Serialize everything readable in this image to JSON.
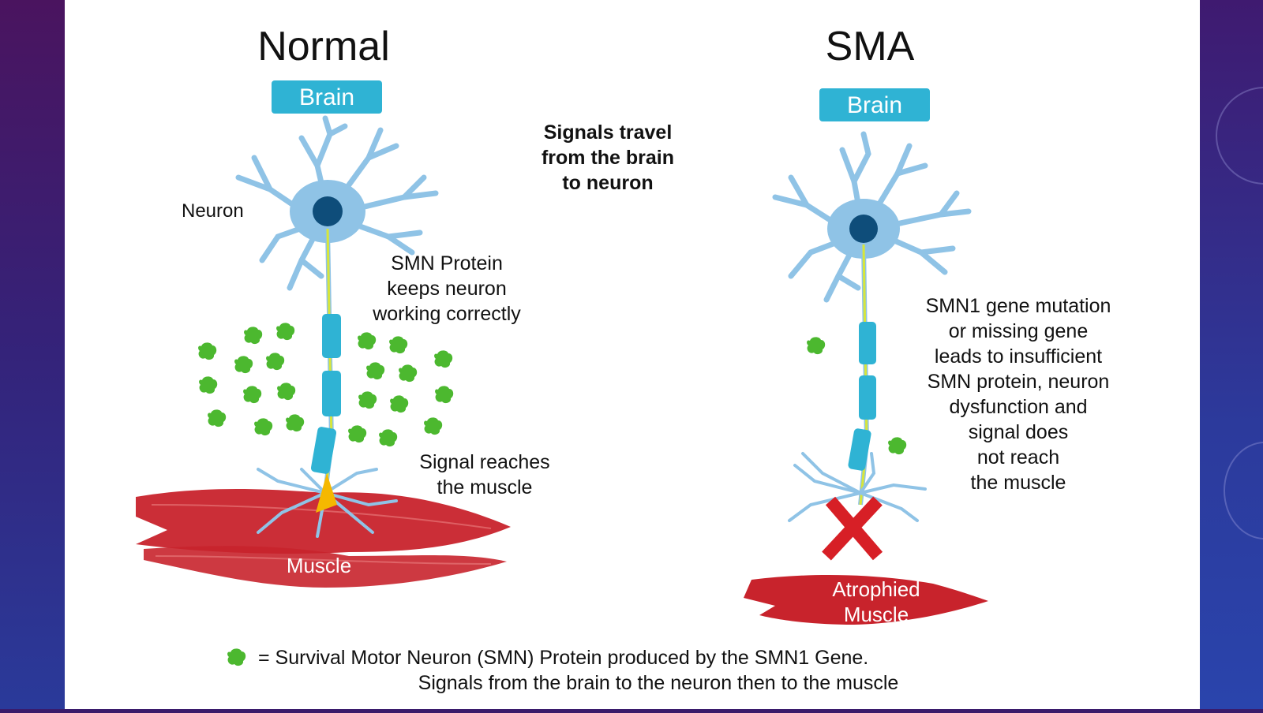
{
  "normal": {
    "title": "Normal",
    "brain_label": "Brain",
    "neuron_label": "Neuron",
    "smn_note": [
      "SMN Protein",
      "keeps neuron",
      "working correctly"
    ],
    "signal_note": [
      "Signal reaches",
      "the muscle"
    ],
    "muscle_label": "Muscle"
  },
  "center_note": [
    "Signals travel",
    "from the brain",
    "to neuron"
  ],
  "sma": {
    "title": "SMA",
    "brain_label": "Brain",
    "description": [
      "SMN1 gene mutation",
      "or missing gene",
      "leads to insufficient",
      "SMN protein, neuron",
      "dysfunction and",
      "signal does",
      "not reach",
      "the muscle"
    ],
    "muscle_label": [
      "Atrophied",
      "Muscle"
    ]
  },
  "legend": {
    "line1": "= Survival Motor Neuron (SMN) Protein produced by the SMN1 Gene.",
    "line2": "Signals from the brain to the neuron then to the muscle"
  },
  "colors": {
    "label_box": "#2fb3d4",
    "neuron": "#8fc3e6",
    "nucleus": "#0e4d7a",
    "protein": "#4cb82f",
    "muscle": "#c8232c",
    "axon_signal": "#d7e63a",
    "x_mark": "#d71f26"
  }
}
